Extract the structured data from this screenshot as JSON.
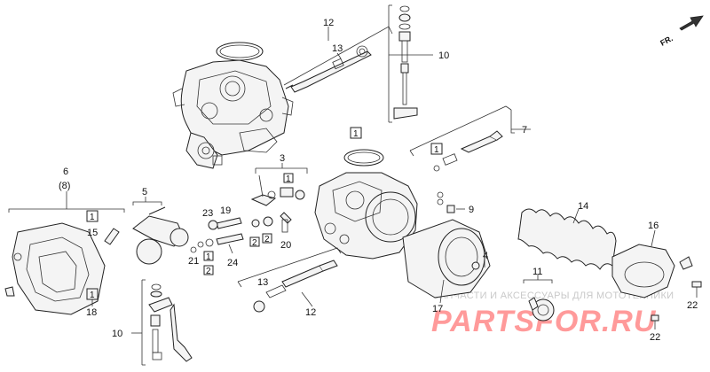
{
  "direction": {
    "label": "FR."
  },
  "labels": {
    "l12_top": "12",
    "l13_top": "13",
    "l10_top": "10",
    "l7": "7",
    "l1_mid": "1",
    "l3": "3",
    "l1_set3": "1",
    "l6": "6",
    "l8": "(8)",
    "l5": "5",
    "l1_left": "1",
    "l15": "15",
    "l1_left2": "1",
    "l18": "18",
    "l23": "23",
    "l19": "19",
    "l2_a": "2",
    "l2_b": "2",
    "l20": "20",
    "l21": "21",
    "l1_c": "1",
    "l2_c": "2",
    "l24": "24",
    "l1_d": "1",
    "l9": "9",
    "l14": "14",
    "l16": "16",
    "l4": "4",
    "l11": "11",
    "l13_bot": "13",
    "l12_bot": "12",
    "l17": "17",
    "l22_a": "22",
    "l22_b": "22",
    "l10_bot": "10"
  },
  "watermark": {
    "line": "ЗАПЧАСТИ И АКСЕССУАРЫ ДЛЯ МОТОТЕХНИКИ",
    "logo": "PARTSFOR.RU"
  }
}
